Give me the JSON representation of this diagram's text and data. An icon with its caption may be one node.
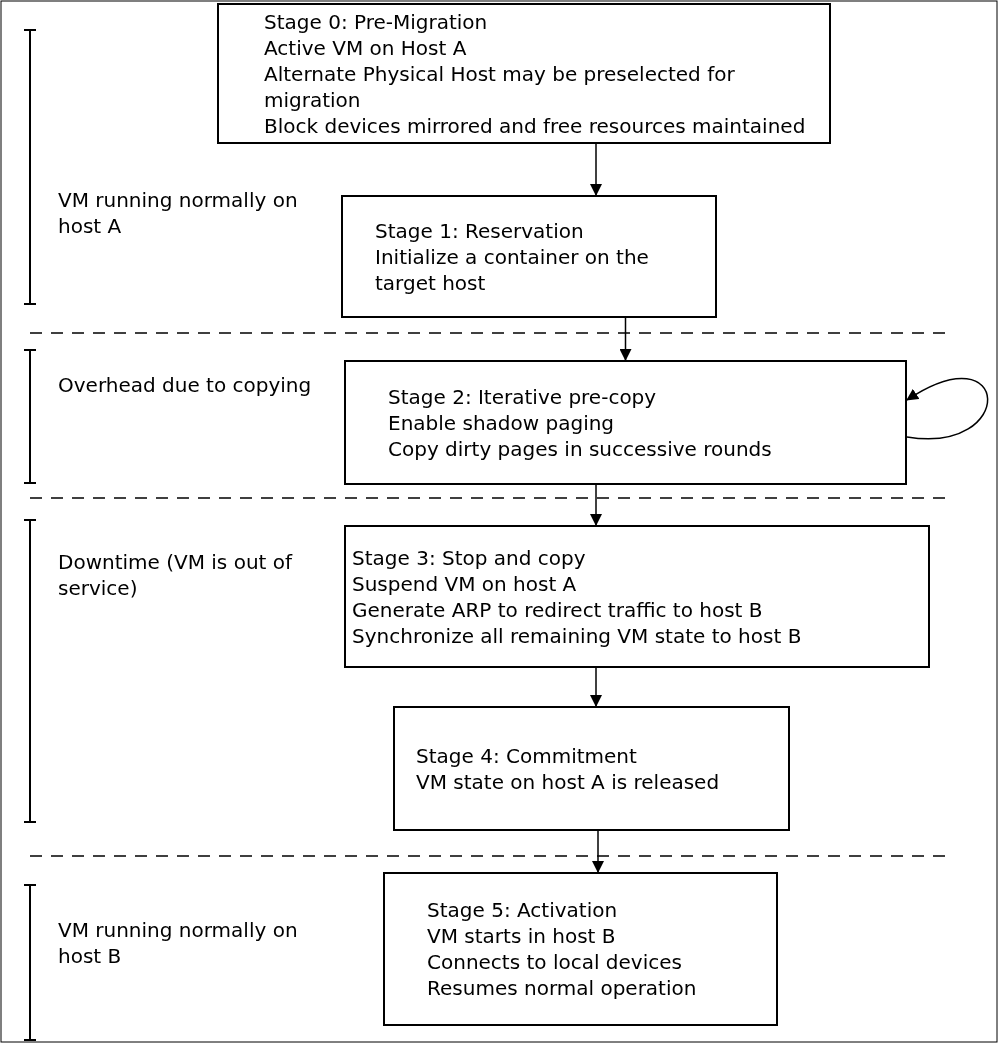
{
  "diagram": {
    "nodes": [
      {
        "text": [
          "Stage 0: Pre-Migration",
          "Active VM on Host A",
          "Alternate Physical Host may be preselected for migration",
          "Block devices mirrored and free resources maintained"
        ]
      },
      {
        "text": [
          "Stage 1: Reservation",
          "Initialize a container on the target host"
        ]
      },
      {
        "text": [
          "Stage 2: Iterative pre-copy",
          "Enable shadow paging",
          "Copy dirty pages in successive rounds"
        ]
      },
      {
        "text": [
          "Stage 3: Stop and copy",
          "Suspend VM on host A",
          "Generate ARP to redirect traffic to host B",
          "Synchronize all remaining VM state to host B"
        ]
      },
      {
        "text": [
          "Stage 4: Commitment",
          "VM state on host A is released"
        ]
      },
      {
        "text": [
          "Stage 5: Activation",
          "VM starts in host B",
          "Connects to local devices",
          "Resumes normal operation"
        ]
      }
    ],
    "edges": [
      {
        "from": 0,
        "to": 1,
        "arrow": "to"
      },
      {
        "from": 1,
        "to": 2,
        "arrow": "to"
      },
      {
        "from": 2,
        "to": 2,
        "arrow": "to"
      },
      {
        "from": 2,
        "to": 3,
        "arrow": "to"
      },
      {
        "from": 3,
        "to": 4,
        "arrow": "to"
      },
      {
        "from": 4,
        "to": 5,
        "arrow": "to"
      }
    ],
    "labels": [
      "VM running normally on host A",
      "Overhead due to copying",
      "Downtime (VM is out of service)",
      "VM running normally on host B"
    ]
  }
}
